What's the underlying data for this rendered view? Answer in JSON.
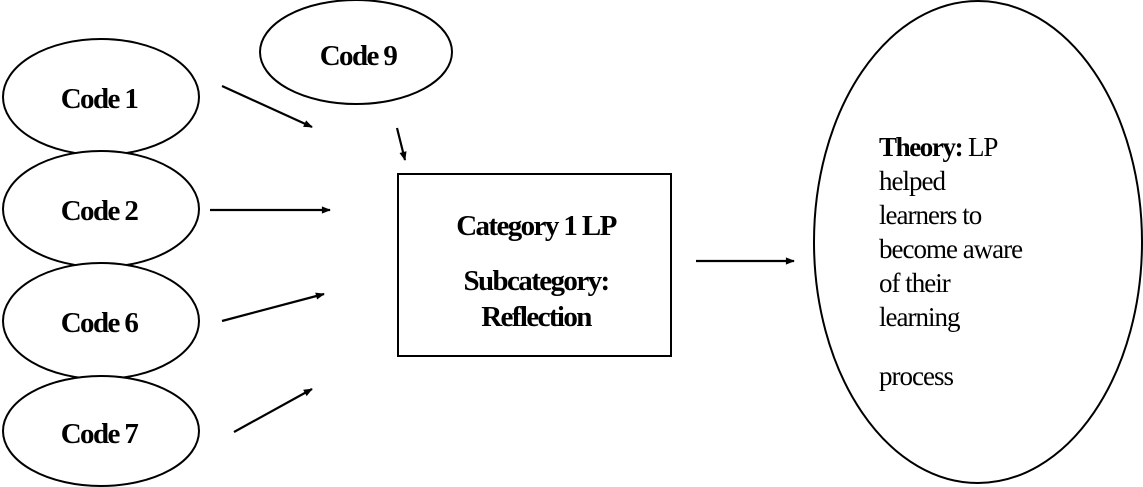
{
  "codes": [
    {
      "id": "code-1",
      "label": "Code 1"
    },
    {
      "id": "code-2",
      "label": "Code 2"
    },
    {
      "id": "code-6",
      "label": "Code 6"
    },
    {
      "id": "code-7",
      "label": "Code 7"
    },
    {
      "id": "code-9",
      "label": "Code 9"
    }
  ],
  "category": {
    "title": "Category 1 LP",
    "subcategory_line1": "Subcategory:",
    "subcategory_line2": "Reflection"
  },
  "theory": {
    "label": "Theory:",
    "first_line_rest": " LP",
    "lines": [
      "helped",
      "learners to",
      "become aware",
      "of their",
      "learning",
      "process"
    ]
  },
  "colors": {
    "stroke": "#000000",
    "background": "#ffffff"
  }
}
